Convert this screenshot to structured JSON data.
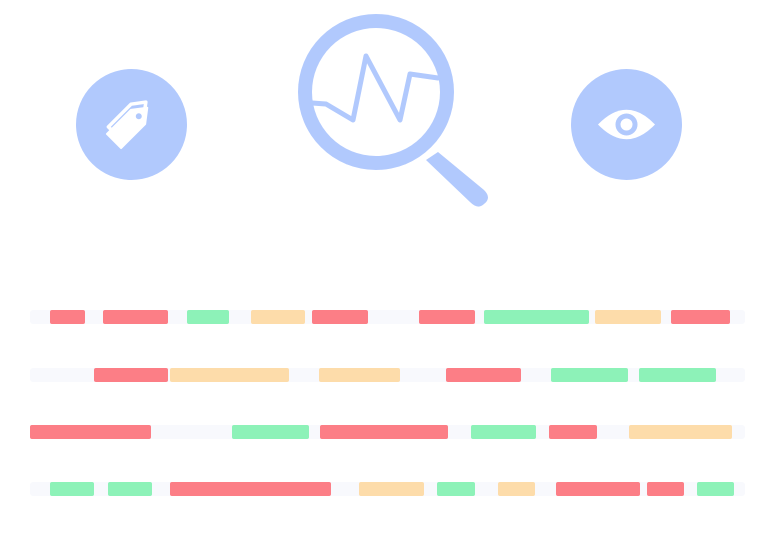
{
  "colors": {
    "icon": "#b1c9fd",
    "icon_glyph": "#ffffff",
    "track": "#f8f9fd",
    "red": "#fc7e86",
    "green": "#8df2b8",
    "yellow": "#fddcaa"
  },
  "icons": {
    "left": "tag-icon",
    "center": "magnifier-chart-icon",
    "right": "eye-icon"
  },
  "rows": [
    {
      "segments": [
        "red",
        "red",
        "green",
        "yellow",
        "red",
        "red",
        "green",
        "yellow",
        "red"
      ]
    },
    {
      "segments": [
        "red",
        "yellow",
        "yellow",
        "red",
        "green",
        "green"
      ]
    },
    {
      "segments": [
        "red",
        "green",
        "red",
        "green",
        "red",
        "yellow"
      ]
    },
    {
      "segments": [
        "green",
        "green",
        "red",
        "yellow",
        "green",
        "yellow",
        "red",
        "red",
        "green"
      ]
    }
  ]
}
